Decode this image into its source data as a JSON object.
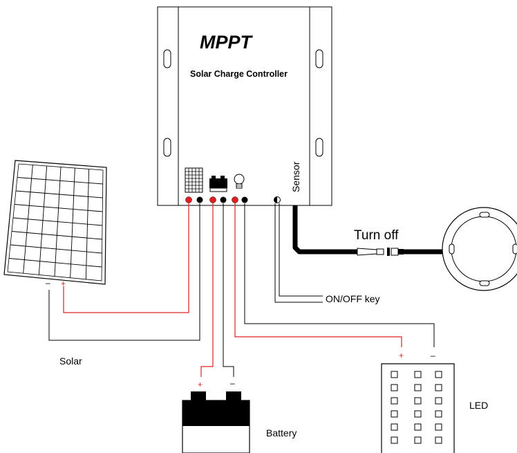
{
  "controller": {
    "title": "MPPT",
    "subtitle": "Solar Charge Controller",
    "sensor_label": "Sensor"
  },
  "labels": {
    "turn_off": "Turn off",
    "onoff_key": "ON/OFF key",
    "solar": "Solar",
    "battery": "Battery",
    "led": "LED"
  },
  "polarity": {
    "plus": "+",
    "minus": "–"
  },
  "colors": {
    "positive_wire": "#e02020",
    "negative_wire": "#000000",
    "outline": "#000000"
  }
}
